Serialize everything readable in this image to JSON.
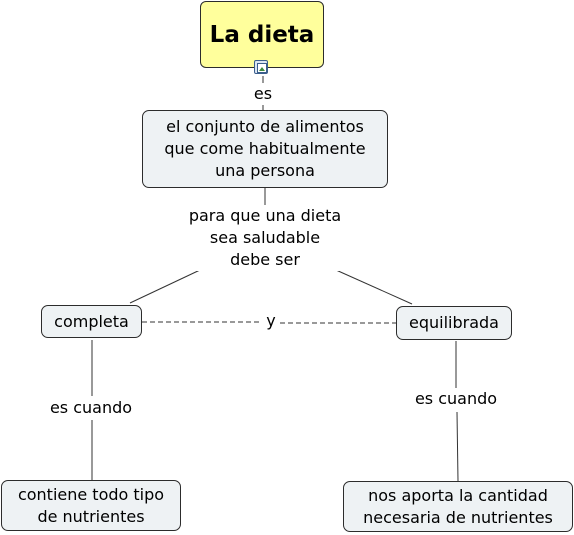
{
  "concepts": {
    "main": "La dieta",
    "definition": "el conjunto de alimentos\nque come habitualmente\nuna persona",
    "completa": "completa",
    "equilibrada": "equilibrada",
    "completa_detail": "contiene todo tipo\nde nutrientes",
    "equilibrada_detail": "nos aporta la cantidad\nnecesaria de nutrientes"
  },
  "links": {
    "es": "es",
    "para_que": "para que una dieta\nsea saludable\ndebe ser",
    "y": "y",
    "es_cuando_left": "es cuando",
    "es_cuando_right": "es cuando"
  },
  "icons": {
    "main_attachment": "image-icon"
  },
  "colors": {
    "main_fill": "#ffff9c",
    "node_fill": "#eef2f4",
    "border": "#2c2c2c"
  }
}
